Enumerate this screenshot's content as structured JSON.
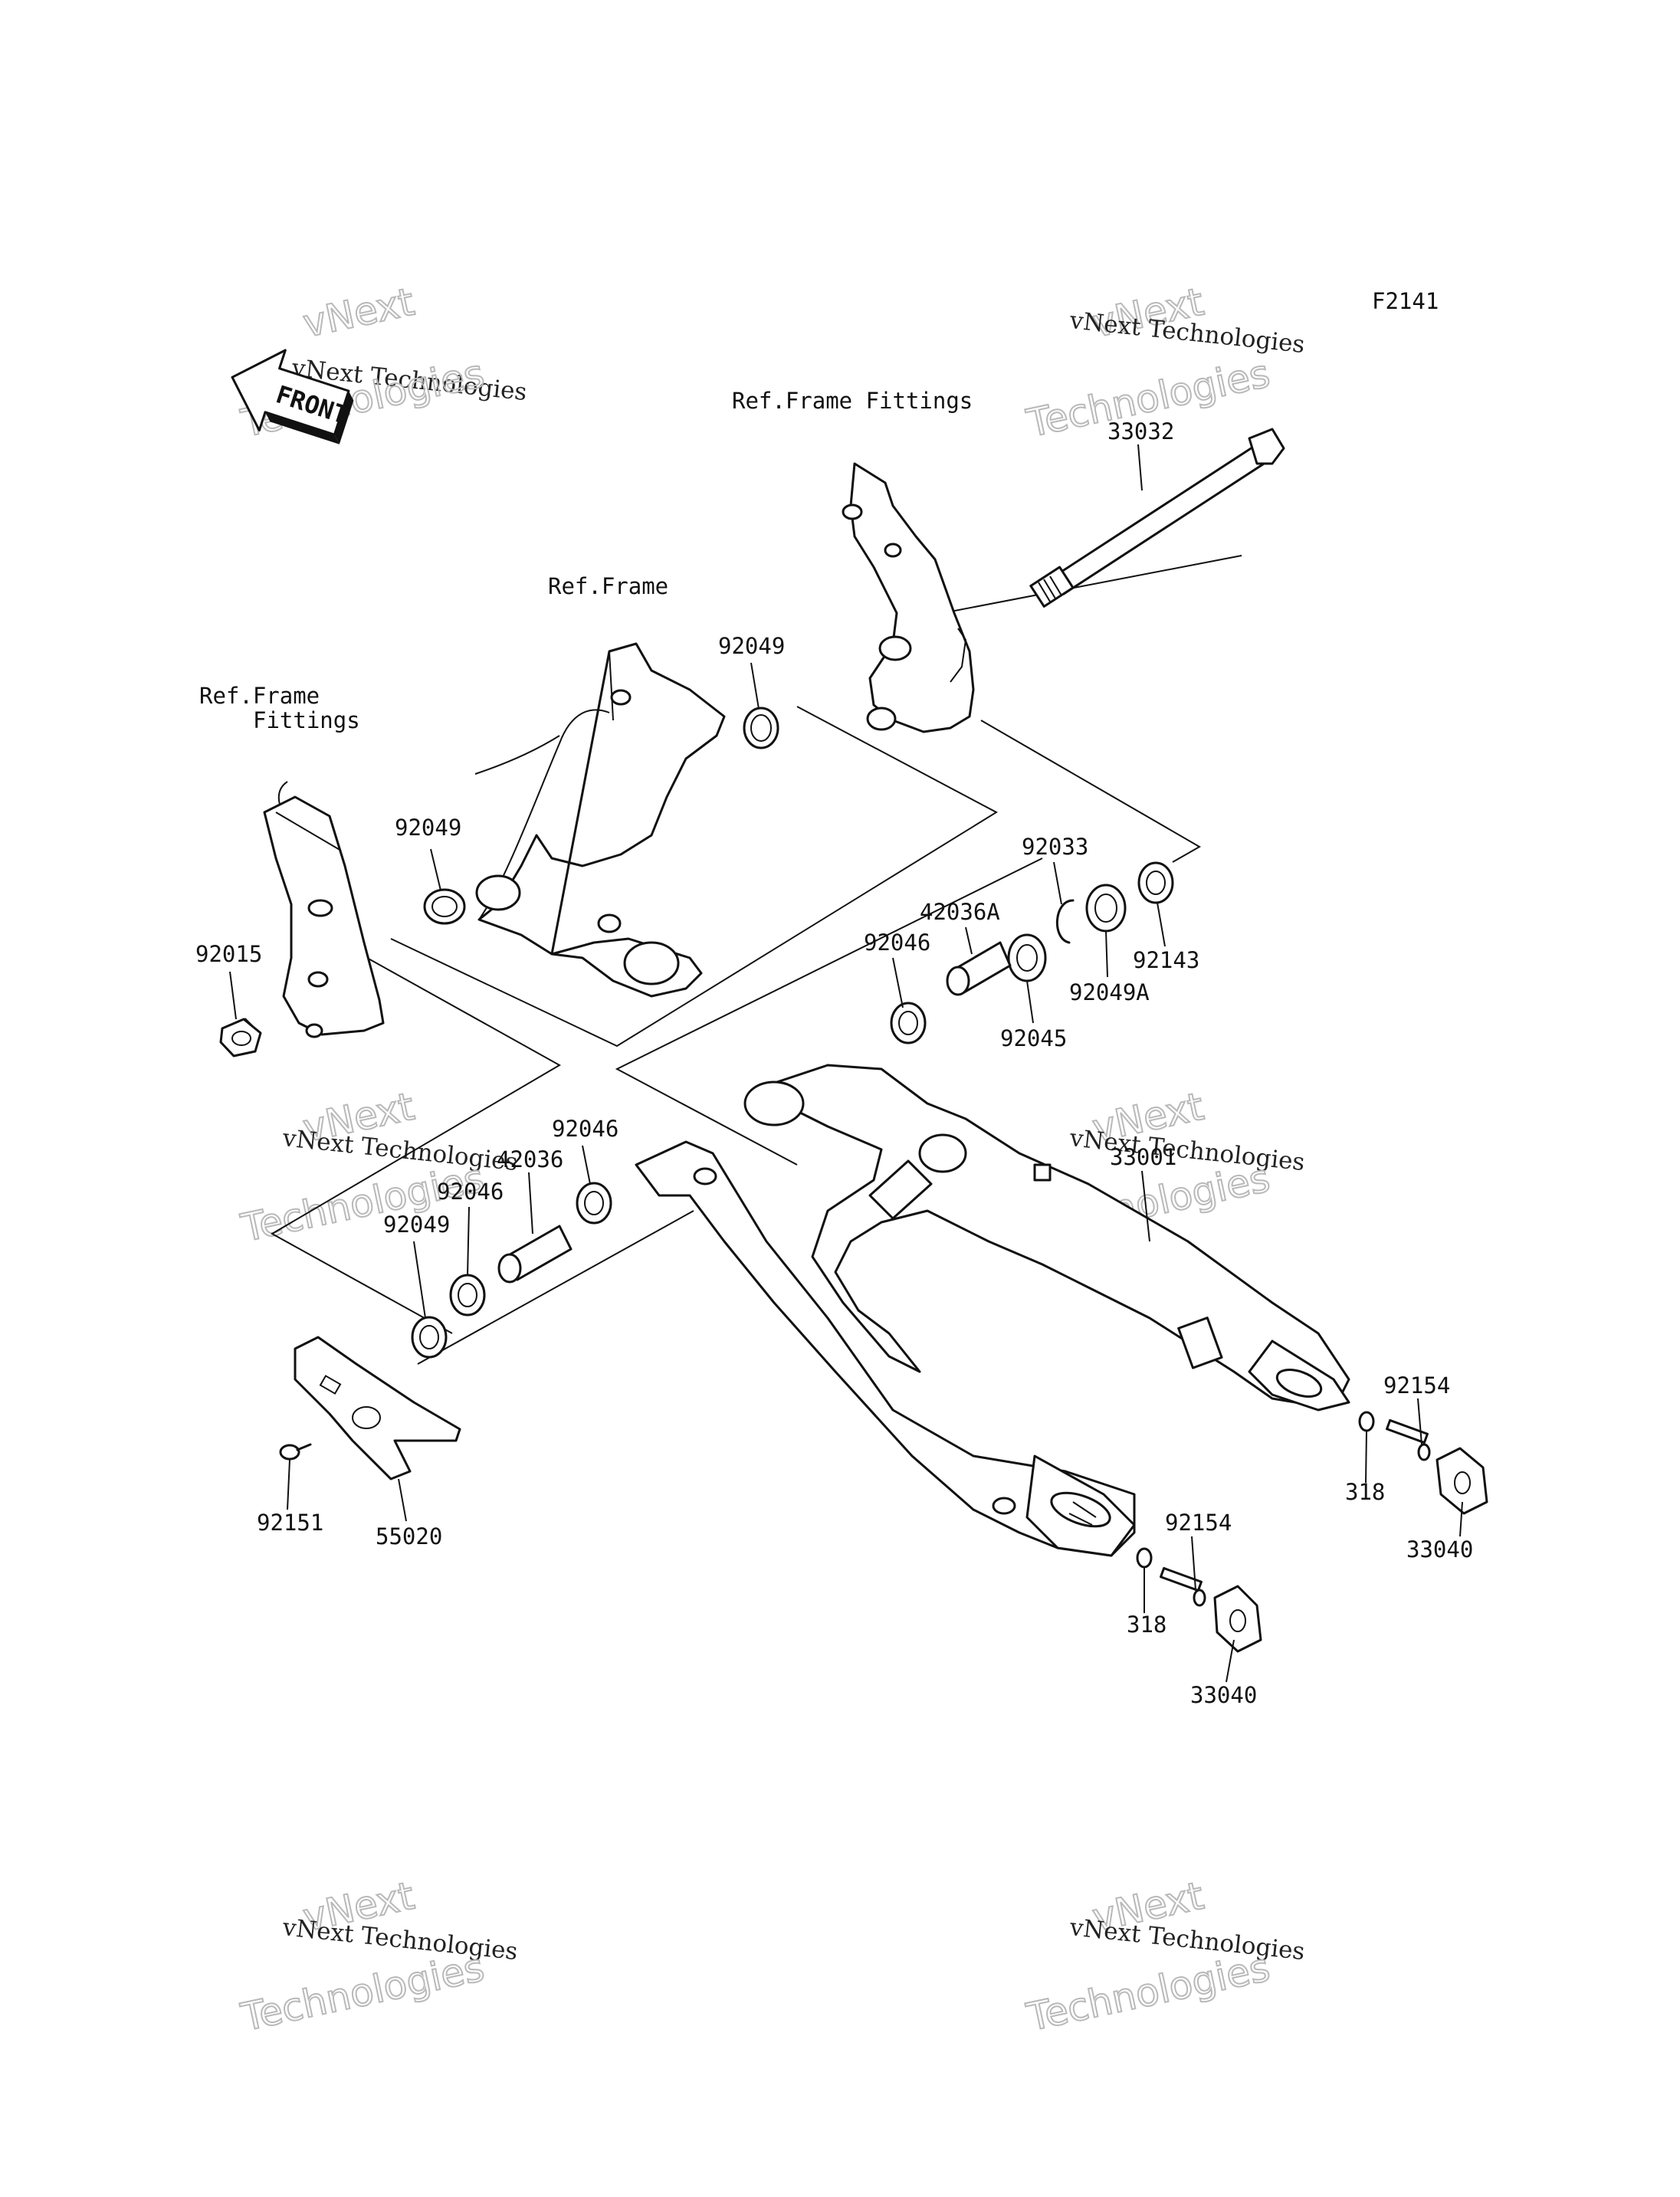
{
  "diagram_code": "F2141",
  "front_label": "FRONT",
  "watermark": {
    "line1": "vNext",
    "line2": "vNext Technologies",
    "line3": "Technologies"
  },
  "ref_labels": {
    "frame_fittings_top": "Ref.Frame Fittings",
    "frame": "Ref.Frame",
    "frame_fittings_left_1": "Ref.Frame",
    "frame_fittings_left_2": "Fittings"
  },
  "callouts": {
    "p33032": "33032",
    "p92049_top": "92049",
    "p92049_left": "92049",
    "p92015": "92015",
    "p92033": "92033",
    "p42036A": "42036A",
    "p92046_upper": "92046",
    "p92143": "92143",
    "p92049A": "92049A",
    "p92045": "92045",
    "p33001": "33001",
    "p92046_lower_right": "92046",
    "p42036": "42036",
    "p92046_lower_left": "92046",
    "p92049_lower": "92049",
    "p92154_right": "92154",
    "p318_right": "318",
    "p33040_right": "33040",
    "p92154_center": "92154",
    "p318_center": "318",
    "p33040_center": "33040",
    "p92151": "92151",
    "p55020": "55020"
  }
}
